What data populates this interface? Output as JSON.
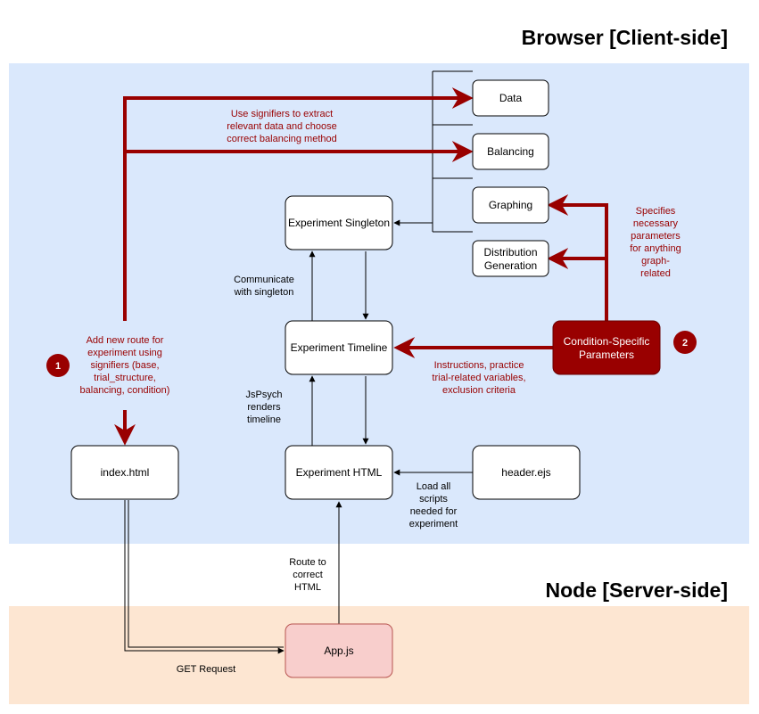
{
  "regions": {
    "client": {
      "title": "Browser [Client-side]",
      "color": "#dae8fc"
    },
    "server": {
      "title": "Node [Server-side]",
      "color": "#fde6d2"
    }
  },
  "nodes": {
    "data": "Data",
    "balancing": "Balancing",
    "graphing": "Graphing",
    "distribution": [
      "Distribution",
      "Generation"
    ],
    "singleton": "Experiment Singleton",
    "timeline": "Experiment Timeline",
    "experiment_html": "Experiment HTML",
    "header": "header.ejs",
    "index": "index.html",
    "appjs": "App.js",
    "params": [
      "Condition-Specific",
      "Parameters"
    ]
  },
  "labels": {
    "signifiers": [
      "Use signifiers to extract",
      "relevant data and choose",
      "correct balancing method"
    ],
    "specifies": [
      "Specifies",
      "necessary",
      "parameters",
      "for anything",
      "graph-",
      "related"
    ],
    "communicate": [
      "Communicate",
      "with singleton"
    ],
    "add_route": [
      "Add new route for",
      "experiment using",
      "signifiers (base,",
      "trial_structure,",
      "balancing, condition)"
    ],
    "instructions": [
      "Instructions, practice",
      "trial-related variables,",
      "exclusion criteria"
    ],
    "jspsych": [
      "JsPsych",
      "renders",
      "timeline"
    ],
    "load_scripts": [
      "Load all",
      "scripts",
      "needed for",
      "experiment"
    ],
    "route_to": [
      "Route to",
      "correct",
      "HTML"
    ],
    "get_request": "GET Request"
  },
  "badges": {
    "one": "1",
    "two": "2"
  },
  "colors": {
    "accent": "#990000",
    "app_fill": "#f8cecc",
    "app_stroke": "#b85450"
  }
}
